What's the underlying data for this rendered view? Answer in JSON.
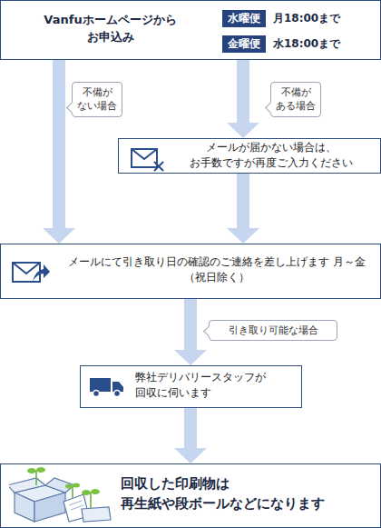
{
  "diagram": {
    "nodes": [
      {
        "text": [
          "Vanfuホームページから お申込み",
          "月18:00まで",
          "水18:00まで"
        ]
      },
      {
        "text": [
          "水曜便"
        ],
        "in": 0
      },
      {
        "text": [
          "金曜便"
        ],
        "in": 0
      },
      {
        "text": [
          "メールが届かない場合は、 お手数ですが再度ご入力ください"
        ]
      },
      {
        "text": [
          "メールにて引き取り日の確認のご連絡を差し上げます 月～金（祝日除く）"
        ]
      },
      {
        "text": [
          "弊社デリバリースタッフが 回収に伺います"
        ]
      },
      {
        "text": [
          "回収した印刷物は 再生紙や段ボールなどになります"
        ]
      }
    ],
    "edges": [
      {
        "from": 0,
        "to": 4,
        "label": "不備が ない場合",
        "arrow": "to"
      },
      {
        "from": 0,
        "to": 3,
        "label": "不備が ある場合",
        "arrow": "to"
      },
      {
        "from": 3,
        "to": 4,
        "arrow": "to"
      },
      {
        "from": 4,
        "to": 5,
        "label": "引き取り可能な場合",
        "arrow": "to"
      },
      {
        "from": 5,
        "to": 6,
        "arrow": "to"
      }
    ]
  }
}
